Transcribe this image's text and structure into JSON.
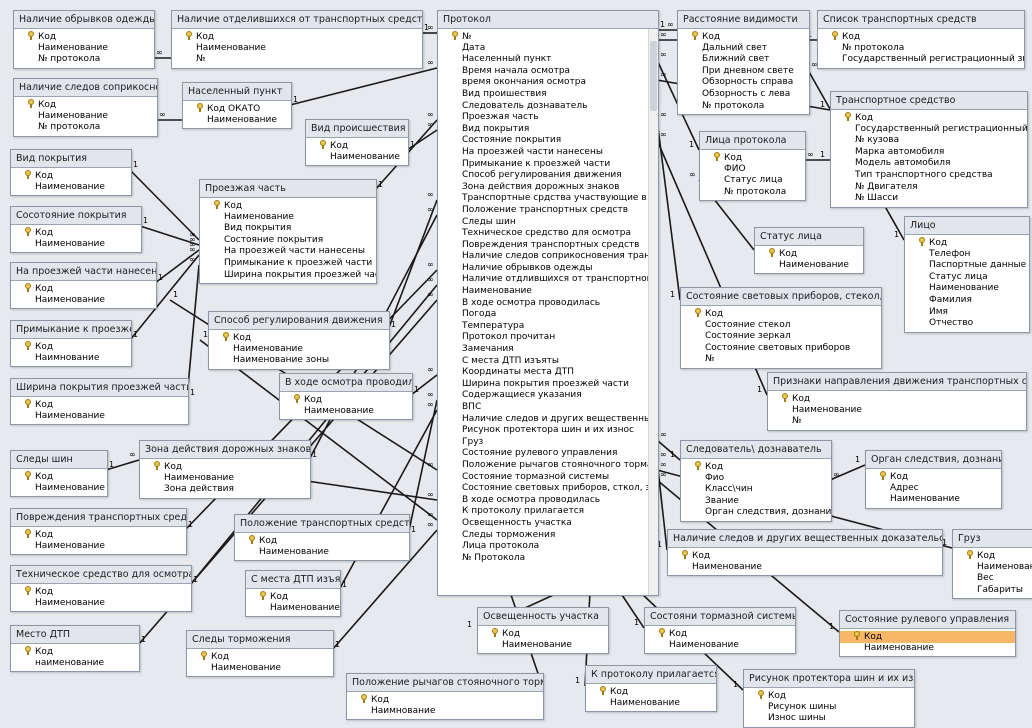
{
  "tables": [
    {
      "id": "t_obryvki",
      "name": "Наличие обрывков одежды",
      "fields": [
        {
          "label": "Код",
          "key": true
        },
        {
          "label": "Наименование"
        },
        {
          "label": "№ протокола"
        }
      ]
    },
    {
      "id": "t_otdel",
      "name": "Наличие отделившихся от транспортных средств частей",
      "fields": [
        {
          "label": "Код",
          "key": true
        },
        {
          "label": "Наименование"
        },
        {
          "label": "№"
        }
      ]
    },
    {
      "id": "t_sledy_sopr",
      "name": "Наличие следов соприкоснов...",
      "fields": [
        {
          "label": "Код",
          "key": true
        },
        {
          "label": "Наименование"
        },
        {
          "label": "№ протокола"
        }
      ]
    },
    {
      "id": "t_nasel",
      "name": "Населенный пункт",
      "fields": [
        {
          "label": "Код ОКАТО",
          "key": true
        },
        {
          "label": "Наименование"
        }
      ]
    },
    {
      "id": "t_vid_proish",
      "name": "Вид происшествия",
      "fields": [
        {
          "label": "Код",
          "key": true
        },
        {
          "label": "Наименование"
        }
      ]
    },
    {
      "id": "t_vid_pokr",
      "name": "Вид покрытия",
      "fields": [
        {
          "label": "Код",
          "key": true
        },
        {
          "label": "Наименование"
        }
      ]
    },
    {
      "id": "t_sost_pokr",
      "name": "Сосотояние покрытия",
      "fields": [
        {
          "label": "Код",
          "key": true
        },
        {
          "label": "Наименование"
        }
      ]
    },
    {
      "id": "t_na_proezh",
      "name": "На проезжей части нанесены",
      "fields": [
        {
          "label": "Код",
          "key": true
        },
        {
          "label": "Наименование"
        }
      ]
    },
    {
      "id": "t_primyk",
      "name": "Примыкание к проезже...",
      "fields": [
        {
          "label": "Код",
          "key": true
        },
        {
          "label": "Наимнование"
        }
      ]
    },
    {
      "id": "t_shirina",
      "name": "Ширина покрытия проезжей части",
      "fields": [
        {
          "label": "Код",
          "key": true
        },
        {
          "label": "Наименование"
        }
      ]
    },
    {
      "id": "t_sledy_shin",
      "name": "Следы шин",
      "fields": [
        {
          "label": "Код",
          "key": true
        },
        {
          "label": "Наименование"
        }
      ]
    },
    {
      "id": "t_povrezh",
      "name": "Повреждения транспортных средств",
      "fields": [
        {
          "label": "Код",
          "key": true
        },
        {
          "label": "Наименование"
        }
      ]
    },
    {
      "id": "t_tehsr",
      "name": "Техническое средство для осмотра",
      "fields": [
        {
          "label": "Код",
          "key": true
        },
        {
          "label": "Наименование"
        }
      ]
    },
    {
      "id": "t_mesto",
      "name": "Место ДТП",
      "fields": [
        {
          "label": "Код",
          "key": true
        },
        {
          "label": "наименование"
        }
      ]
    },
    {
      "id": "t_proezh",
      "name": "Проезжая часть",
      "fields": [
        {
          "label": "Код",
          "key": true
        },
        {
          "label": "Наименование"
        },
        {
          "label": "Вид покрытия"
        },
        {
          "label": "Состояние покрытия"
        },
        {
          "label": "На проезжей части нанесены"
        },
        {
          "label": "Примыкание к проезжей части"
        },
        {
          "label": "Ширина покрытия проезжей части"
        }
      ]
    },
    {
      "id": "t_sposob",
      "name": "Способ регулирования движения",
      "fields": [
        {
          "label": "Код",
          "key": true
        },
        {
          "label": "Наименование"
        },
        {
          "label": "Наименование зоны"
        }
      ]
    },
    {
      "id": "t_v_hode",
      "name": "В ходе осмотра проводилось",
      "fields": [
        {
          "label": "Код",
          "key": true
        },
        {
          "label": "Наименование"
        }
      ]
    },
    {
      "id": "t_zona",
      "name": "Зона действия дорожных знаков",
      "fields": [
        {
          "label": "Код",
          "key": true
        },
        {
          "label": "Наименование"
        },
        {
          "label": "Зона действия"
        }
      ]
    },
    {
      "id": "t_polozh_ts",
      "name": "Положение транспортных средств",
      "fields": [
        {
          "label": "Код",
          "key": true
        },
        {
          "label": "Наименование"
        }
      ]
    },
    {
      "id": "t_s_mesta",
      "name": "С места ДТП изъяты",
      "fields": [
        {
          "label": "Код",
          "key": true
        },
        {
          "label": "Наименование"
        }
      ]
    },
    {
      "id": "t_sledy_torm",
      "name": "Следы торможения",
      "fields": [
        {
          "label": "Код",
          "key": true
        },
        {
          "label": "Наименование"
        }
      ]
    },
    {
      "id": "t_protokol",
      "name": "Протокол",
      "fields": [
        {
          "label": "№",
          "key": true
        },
        {
          "label": "Дата"
        },
        {
          "label": "Населенный пункт"
        },
        {
          "label": "Время начала осмотра"
        },
        {
          "label": "время окончания осмотра"
        },
        {
          "label": "Вид проишествия"
        },
        {
          "label": "Следователь дознаватель"
        },
        {
          "label": "Проезжая часть"
        },
        {
          "label": "Вид покрытия"
        },
        {
          "label": "Состояние покрытия"
        },
        {
          "label": "На проезжей части нанесены"
        },
        {
          "label": "Примыкание к проезжей части"
        },
        {
          "label": "Способ регулирования движения"
        },
        {
          "label": "Зона действия дорожных знаков"
        },
        {
          "label": "Транспортные срдства участвующие в ДТП"
        },
        {
          "label": "Положение транспортных средств"
        },
        {
          "label": "Следы шин"
        },
        {
          "label": "Техническое средство для осмотра"
        },
        {
          "label": "Повреждения транспортных средств"
        },
        {
          "label": "Наличие следов соприкосновения транспорт"
        },
        {
          "label": "Наличие обрывков одежды"
        },
        {
          "label": "Наличие отдлившихся от транспортного сред"
        },
        {
          "label": "Наименование"
        },
        {
          "label": "В ходе осмотра проводилась"
        },
        {
          "label": "Погода"
        },
        {
          "label": "Температура"
        },
        {
          "label": "Протокол прочитан"
        },
        {
          "label": "Замечания"
        },
        {
          "label": "С места ДТП изъяты"
        },
        {
          "label": "Координаты места ДТП"
        },
        {
          "label": "Ширина покрытия проезжей части"
        },
        {
          "label": "Содержащиеся указания"
        },
        {
          "label": "ВПС"
        },
        {
          "label": "Наличие следов и других вещественных доказа"
        },
        {
          "label": "Рисунок протектора шин и их износ"
        },
        {
          "label": "Груз"
        },
        {
          "label": "Состояние рулевого управления"
        },
        {
          "label": "Положение рычагов стояночного тормаза и т"
        },
        {
          "label": "Состояние тормазной системы"
        },
        {
          "label": "Состояние световых приборов, сткол, зеркал"
        },
        {
          "label": "В ходе осмотра проводилась"
        },
        {
          "label": "К протоколу прилагается"
        },
        {
          "label": "Освещенность участка"
        },
        {
          "label": "Следы торможения"
        },
        {
          "label": "Лица протокола"
        },
        {
          "label": "№ Протокола"
        }
      ]
    },
    {
      "id": "t_rasst",
      "name": "Расстояние видимости",
      "fields": [
        {
          "label": "Код",
          "key": true
        },
        {
          "label": "Дальний свет"
        },
        {
          "label": "Ближний свет"
        },
        {
          "label": "При дневном свете"
        },
        {
          "label": "Обзорность справа"
        },
        {
          "label": "Обзорность с лева"
        },
        {
          "label": "№ протокола"
        }
      ]
    },
    {
      "id": "t_spisok",
      "name": "Список транспортных средств",
      "fields": [
        {
          "label": "Код",
          "key": true
        },
        {
          "label": "№ протокола"
        },
        {
          "label": "Государственный регистрационный знак"
        }
      ]
    },
    {
      "id": "t_ts",
      "name": "Транспортное средство",
      "fields": [
        {
          "label": "Код",
          "key": true
        },
        {
          "label": "Государственный регистрационный знак"
        },
        {
          "label": "№ кузова"
        },
        {
          "label": "Марка автомобиля"
        },
        {
          "label": "Модель автомобиля"
        },
        {
          "label": "Тип транспортного средства"
        },
        {
          "label": "№ Двигателя"
        },
        {
          "label": "№ Шасси"
        }
      ]
    },
    {
      "id": "t_litsa_prot",
      "name": "Лица протокола",
      "fields": [
        {
          "label": "Код",
          "key": true
        },
        {
          "label": "ФИО"
        },
        {
          "label": "Статус лица"
        },
        {
          "label": "№ протокола"
        }
      ]
    },
    {
      "id": "t_litso",
      "name": "Лицо",
      "fields": [
        {
          "label": "Код",
          "key": true
        },
        {
          "label": "Телефон"
        },
        {
          "label": "Паспортные данные"
        },
        {
          "label": "Статус лица"
        },
        {
          "label": "Наименование"
        },
        {
          "label": "Фамилия"
        },
        {
          "label": "Имя"
        },
        {
          "label": "Отчество"
        }
      ]
    },
    {
      "id": "t_status",
      "name": "Статус лица",
      "fields": [
        {
          "label": "Код",
          "key": true
        },
        {
          "label": "Наименование"
        }
      ]
    },
    {
      "id": "t_sost_svet",
      "name": "Состояние световых приборов, стекол, зеркал",
      "fields": [
        {
          "label": "Код",
          "key": true
        },
        {
          "label": "Состояние стекол"
        },
        {
          "label": "Состояние зеркал"
        },
        {
          "label": "Состояние световых приборов"
        },
        {
          "label": "№"
        }
      ]
    },
    {
      "id": "t_priznaki",
      "name": "Признаки направления движения транспортных средств",
      "fields": [
        {
          "label": "Код",
          "key": true
        },
        {
          "label": "Наименование"
        },
        {
          "label": "№"
        }
      ]
    },
    {
      "id": "t_sledov",
      "name": "Следователь\\ дознаватель",
      "fields": [
        {
          "label": "Код",
          "key": true
        },
        {
          "label": "Фио"
        },
        {
          "label": "Класс\\чин"
        },
        {
          "label": "Звание"
        },
        {
          "label": "Орган следствия, дознания"
        }
      ]
    },
    {
      "id": "t_organ",
      "name": "Орган следствия, дознания",
      "fields": [
        {
          "label": "Код",
          "key": true
        },
        {
          "label": "Адрес"
        },
        {
          "label": "Наименование"
        }
      ]
    },
    {
      "id": "t_nal_sled",
      "name": "Наличие следов и других вещественных доказательств на ТС",
      "fields": [
        {
          "label": "Код",
          "key": true
        },
        {
          "label": "Наименование"
        }
      ]
    },
    {
      "id": "t_gruz",
      "name": "Груз",
      "fields": [
        {
          "label": "Код",
          "key": true
        },
        {
          "label": "Наименовани"
        },
        {
          "label": "Вес"
        },
        {
          "label": "Габариты"
        }
      ]
    },
    {
      "id": "t_osvesch",
      "name": "Освещенность участка",
      "fields": [
        {
          "label": "Код",
          "key": true
        },
        {
          "label": "Наименование"
        }
      ]
    },
    {
      "id": "t_tormoz",
      "name": "Состояни тормазной системы",
      "fields": [
        {
          "label": "Код",
          "key": true
        },
        {
          "label": "Наименование"
        }
      ]
    },
    {
      "id": "t_rulev",
      "name": "Состояние рулевого управления",
      "fields": [
        {
          "label": "Код",
          "key": true,
          "selected": true
        },
        {
          "label": "Наименование"
        }
      ]
    },
    {
      "id": "t_rychagi",
      "name": "Положение рычагов стояночного тормаза",
      "fields": [
        {
          "label": "Код",
          "key": true
        },
        {
          "label": "Наимнование"
        }
      ]
    },
    {
      "id": "t_k_prot",
      "name": "К протоколу прилагается",
      "fields": [
        {
          "label": "Код",
          "key": true
        },
        {
          "label": "Наименование"
        }
      ]
    },
    {
      "id": "t_risunok",
      "name": "Рисунок протектора шин и их износ",
      "fields": [
        {
          "label": "Код",
          "key": true
        },
        {
          "label": "Рисунок шины"
        },
        {
          "label": "Износ шины"
        }
      ]
    }
  ],
  "relationship_labels": {
    "one": "1",
    "many": "∞"
  },
  "colors": {
    "canvas": "#e7e9ee",
    "line": "#1a1a1a",
    "selected_row": "#f8b667",
    "header": "#e2e6ec"
  }
}
